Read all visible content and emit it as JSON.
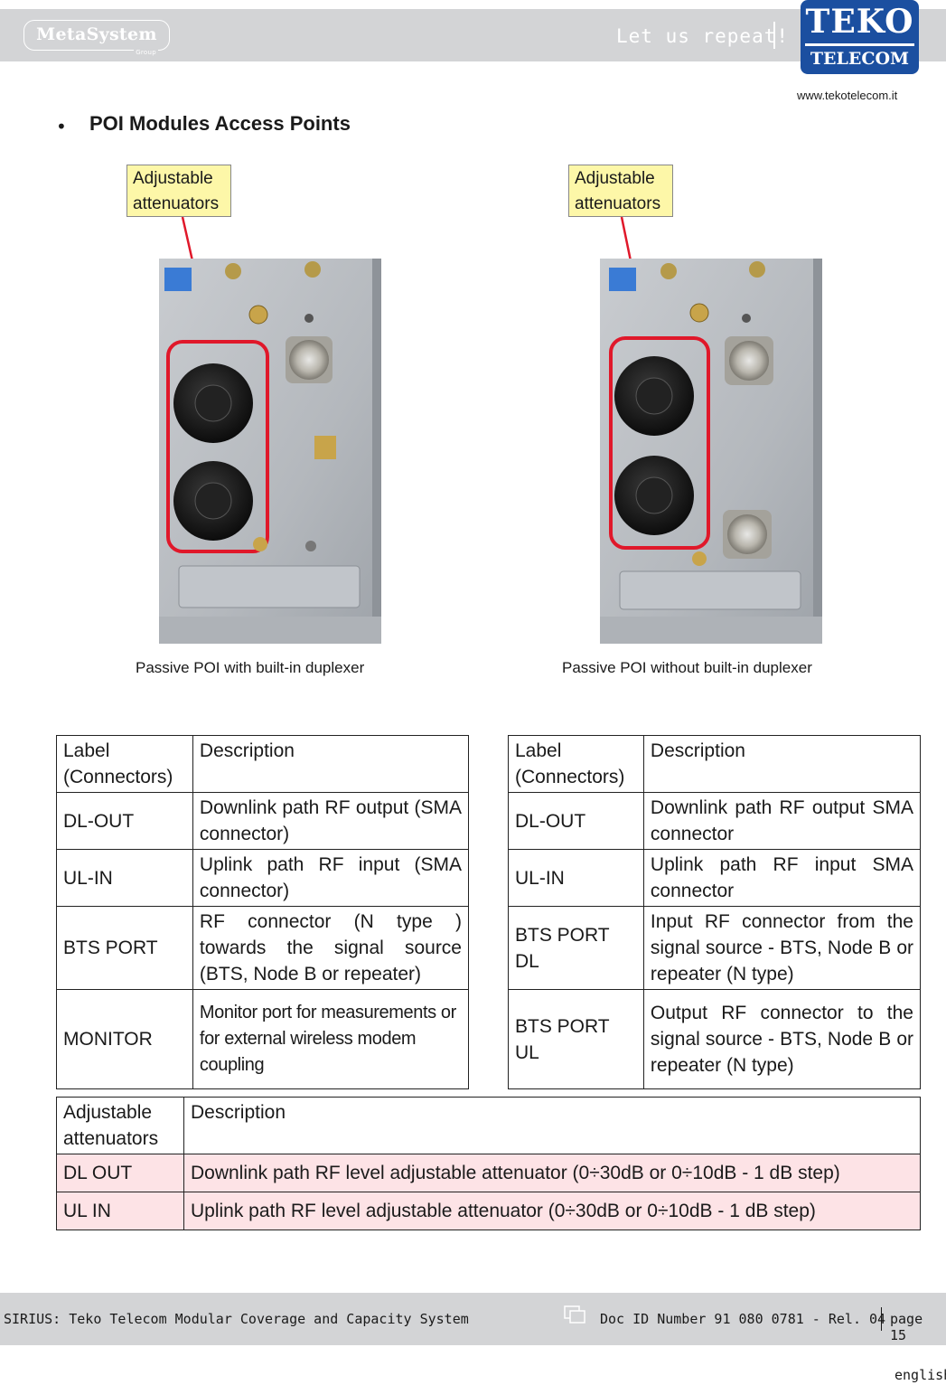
{
  "header": {
    "metasystem_logo": "MetaSystem",
    "metasystem_group": "Group",
    "slogan": "Let us repeat!",
    "teko_logo_line1": "TEKO",
    "teko_logo_line2": "TELECOM",
    "url": "www.tekotelecom.it"
  },
  "section": {
    "bullet": "•",
    "title": "POI Modules Access Points"
  },
  "figures": {
    "left": {
      "callout_line1": "Adjustable",
      "callout_line2": "attenuators",
      "caption": "Passive POI with built-in duplexer"
    },
    "right": {
      "callout_line1": "Adjustable",
      "callout_line2": "attenuators",
      "caption": "Passive POI without built-in duplexer"
    }
  },
  "table_left": {
    "header": [
      "Label (Connectors)",
      "Description"
    ],
    "rows": [
      [
        "DL-OUT",
        "Downlink path RF output (SMA connector)"
      ],
      [
        "UL-IN",
        "Uplink path RF input (SMA connector)"
      ],
      [
        "BTS PORT",
        "RF connector (N type ) towards the signal source (BTS, Node B or repeater)"
      ],
      [
        "MONITOR",
        "Monitor port for measurements or for external wireless modem coupling"
      ]
    ]
  },
  "table_right": {
    "header": [
      "Label (Connectors)",
      "Description"
    ],
    "rows": [
      [
        "DL-OUT",
        "Downlink path RF output SMA connector"
      ],
      [
        "UL-IN",
        "Uplink path RF input SMA connector"
      ],
      [
        "BTS PORT DL",
        "Input RF connector from the signal source - BTS, Node B or repeater (N type)"
      ],
      [
        "BTS PORT UL",
        "Output RF connector to the signal source - BTS, Node B or repeater (N type)"
      ]
    ]
  },
  "table_attenuators": {
    "header": [
      "Adjustable attenuators",
      "Description"
    ],
    "rows": [
      [
        "DL OUT",
        "Downlink path RF level adjustable attenuator (0÷30dB or 0÷10dB - 1 dB step)"
      ],
      [
        "UL IN",
        "Uplink path RF level adjustable attenuator (0÷30dB or 0÷10dB - 1 dB step)"
      ]
    ]
  },
  "footer": {
    "title": "SIRIUS: Teko Telecom Modular Coverage and Capacity System",
    "doc_id": "Doc ID Number 91 080 0781 - Rel. 04",
    "page": "page 15",
    "language": "english"
  },
  "colors": {
    "header_bar": "#d3d4d6",
    "teko_blue": "#1b4fa0",
    "callout_fill": "#fdf7a8",
    "highlight_red": "#e0182a",
    "pink_row": "#fde3e6"
  }
}
